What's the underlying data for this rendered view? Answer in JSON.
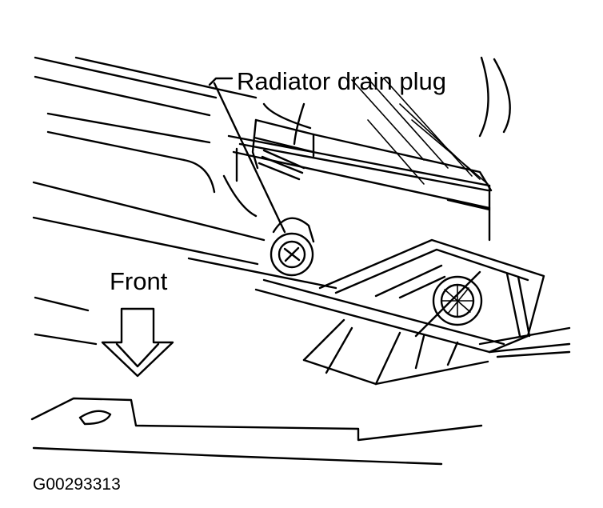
{
  "labels": {
    "drain_plug": "Radiator drain plug",
    "front": "Front",
    "figure_id": "G00293313"
  },
  "colors": {
    "line": "#000000",
    "background": "#ffffff"
  }
}
